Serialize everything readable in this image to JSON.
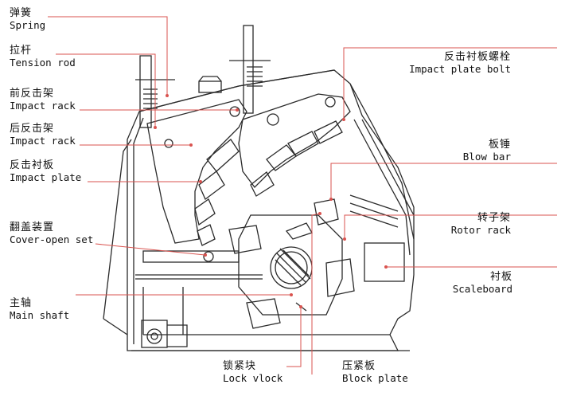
{
  "diagram": {
    "line_color": "#d9534f",
    "drawing_color": "#2a2a2a",
    "labels": [
      {
        "key": "spring",
        "zh": "弹簧",
        "en": "Spring"
      },
      {
        "key": "tension_rod",
        "zh": "拉杆",
        "en": "Tension rod"
      },
      {
        "key": "front_impact_rack",
        "zh": "前反击架",
        "en": "Impact rack"
      },
      {
        "key": "rear_impact_rack",
        "zh": "后反击架",
        "en": "Impact rack"
      },
      {
        "key": "impact_plate",
        "zh": "反击衬板",
        "en": "Impact plate"
      },
      {
        "key": "cover_open_set",
        "zh": "翻盖装置",
        "en": "Cover-open set"
      },
      {
        "key": "main_shaft",
        "zh": "主轴",
        "en": "Main shaft"
      },
      {
        "key": "lock_block",
        "zh": "锁紧块",
        "en": "Lock vlock"
      },
      {
        "key": "block_plate",
        "zh": "压紧板",
        "en": "Block plate"
      },
      {
        "key": "impact_plate_bolt",
        "zh": "反击衬板螺栓",
        "en": "Impact plate bolt"
      },
      {
        "key": "blow_bar",
        "zh": "板锤",
        "en": "Blow bar"
      },
      {
        "key": "rotor_rack",
        "zh": "转子架",
        "en": "Rotor rack"
      },
      {
        "key": "scaleboard",
        "zh": "衬板",
        "en": "Scaleboard"
      }
    ]
  }
}
